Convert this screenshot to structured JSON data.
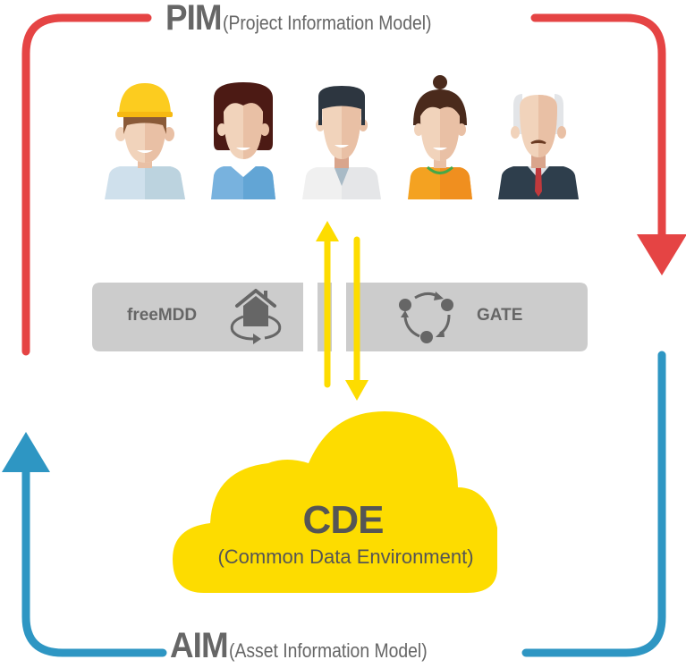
{
  "pim": {
    "abbr": "PIM",
    "full": "(Project Information Model)"
  },
  "aim": {
    "abbr": "AIM",
    "full": "(Asset Information Model)"
  },
  "band": {
    "left_label": "freeMDD",
    "left_icon": "house-rotate-icon",
    "right_label": "GATE",
    "right_icon": "cycle-nodes-icon"
  },
  "cde": {
    "title": "CDE",
    "subtitle": "(Common Data Environment)"
  },
  "people": [
    {
      "role": "construction-worker",
      "icon": "worker-hardhat-icon"
    },
    {
      "role": "woman-professional",
      "icon": "woman-icon"
    },
    {
      "role": "man-professional",
      "icon": "man-icon"
    },
    {
      "role": "woman-bun",
      "icon": "woman-bun-icon"
    },
    {
      "role": "senior-executive",
      "icon": "senior-man-icon"
    }
  ],
  "colors": {
    "pim_red": "#e54444",
    "aim_blue": "#2e96c3",
    "cde_yellow": "#fddc00",
    "band_gray": "#cccccc",
    "text_gray": "#666666"
  }
}
